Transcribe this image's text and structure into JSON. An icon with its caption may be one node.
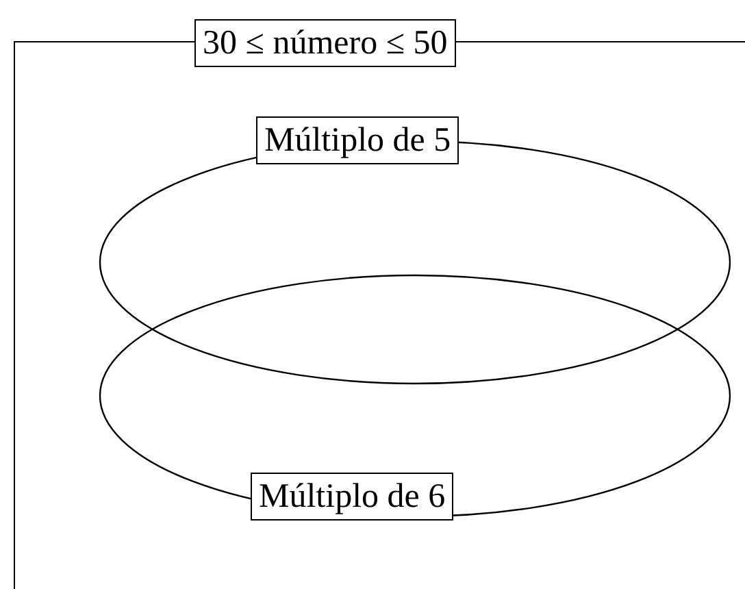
{
  "diagram": {
    "nodes": [
      {
        "text": [
          "30 ≤ número ≤ 50"
        ]
      },
      {
        "text": [
          "Múltiplo de 5"
        ],
        "in": 0
      },
      {
        "text": [
          "Múltiplo de 6"
        ],
        "in": 0
      }
    ]
  }
}
